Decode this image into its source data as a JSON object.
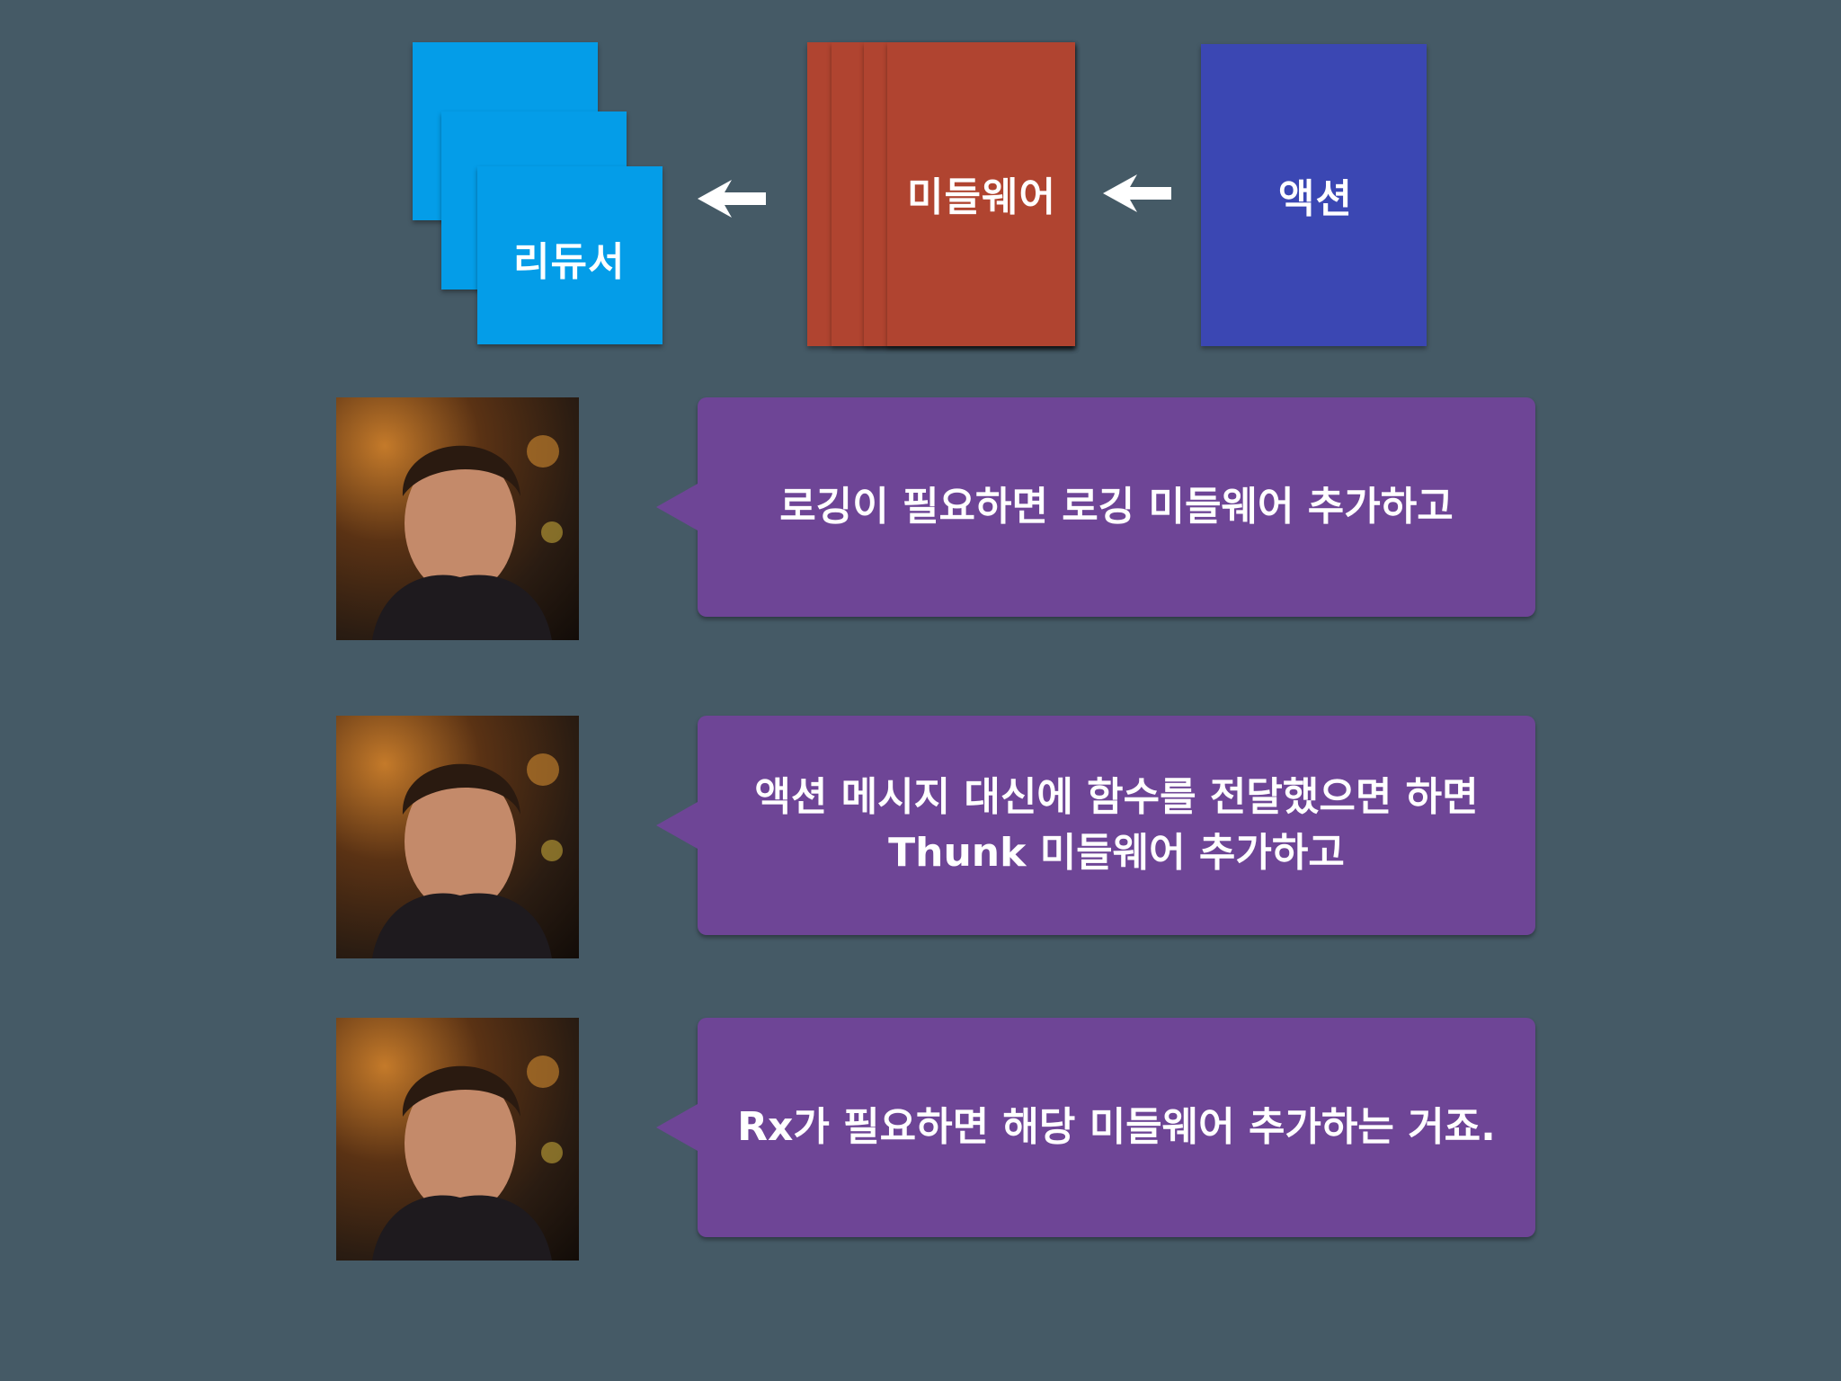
{
  "diagram": {
    "reducer_label": "리듀서",
    "middleware_label": "미들웨어",
    "action_label": "액션"
  },
  "conversation": [
    {
      "text": "로깅이 필요하면 로깅 미들웨어 추가하고"
    },
    {
      "text": "액션 메시지 대신에 함수를 전달했으면 하면\nThunk 미들웨어 추가하고"
    },
    {
      "text": "Rx가 필요하면 해당 미들웨어 추가하는 거죠."
    }
  ],
  "colors": {
    "background": "#455a66",
    "reducer": "#049de8",
    "middleware": "#b04430",
    "action": "#3b47b3",
    "bubble": "#6e4596"
  }
}
